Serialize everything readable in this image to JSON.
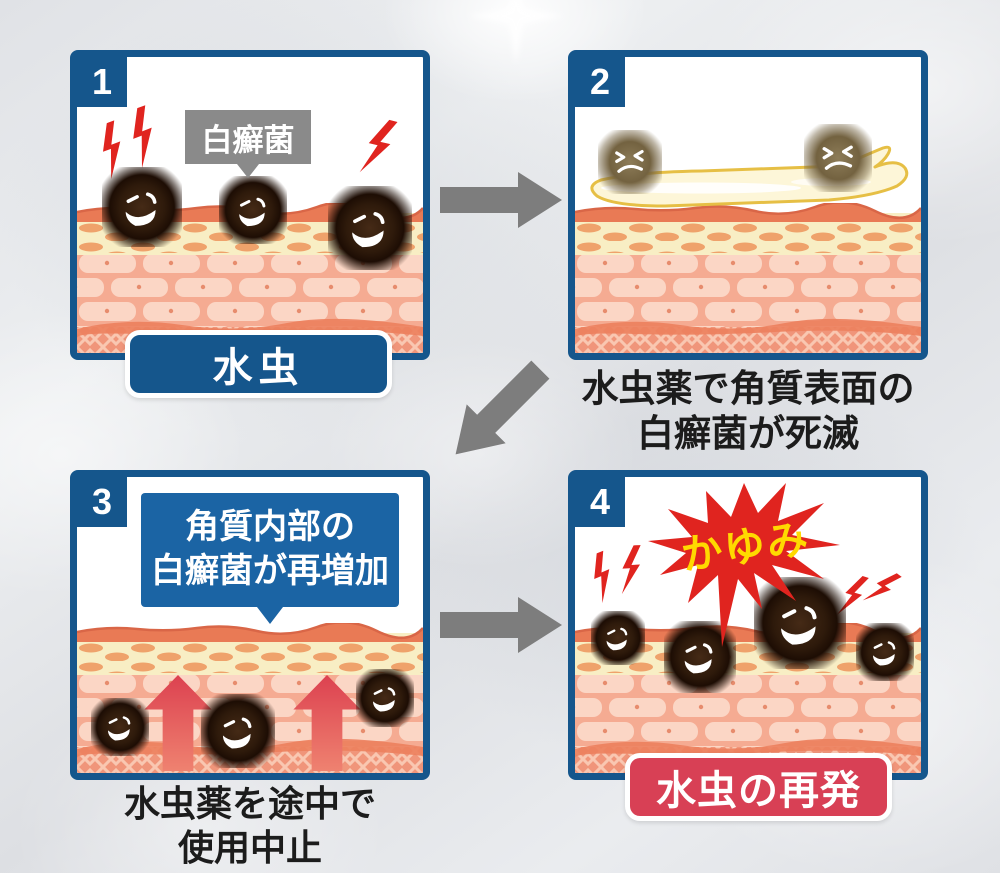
{
  "diagram": {
    "panels": [
      {
        "number": "1",
        "bubble_text": "白癬菌",
        "label": "水虫"
      },
      {
        "number": "2",
        "caption_lines": [
          "水虫薬で角質表面の",
          "白癬菌が死滅"
        ]
      },
      {
        "number": "3",
        "bubble_lines": [
          "角質内部の",
          "白癬菌が再増加"
        ],
        "caption_lines": [
          "水虫薬を途中で",
          "使用中止"
        ]
      },
      {
        "number": "4",
        "burst_text": "かゆみ",
        "label": "水虫の再発"
      }
    ],
    "icons": {
      "germ": "germ-face-circle",
      "dead_germ": "dead-germ-face-circle",
      "lightning": "red-lightning-bolt",
      "flow_arrow": "gray-block-arrow",
      "up_arrow": "red-up-arrow",
      "burst": "red-starburst",
      "sparkle": "white-sparkle",
      "ointment": "cream-ointment-blob",
      "skin": "skin-cross-section"
    },
    "colors": {
      "panel_border_blue": "#15568c",
      "bubble_blue": "#1b64a4",
      "bubble_gray": "#8a8a8a",
      "label_red": "#d84055",
      "burst_red": "#e0241f",
      "burst_text_yellow": "#ffd900",
      "lightning_red": "#e0241f",
      "arrow_gray": "#7d7d7d",
      "skin_surface": "#e97a55",
      "skin_yellow": "#f8eec4",
      "skin_pink": "#f5ab92",
      "caption_text": "#1c1c1c",
      "background": "#e6e8ea"
    }
  }
}
